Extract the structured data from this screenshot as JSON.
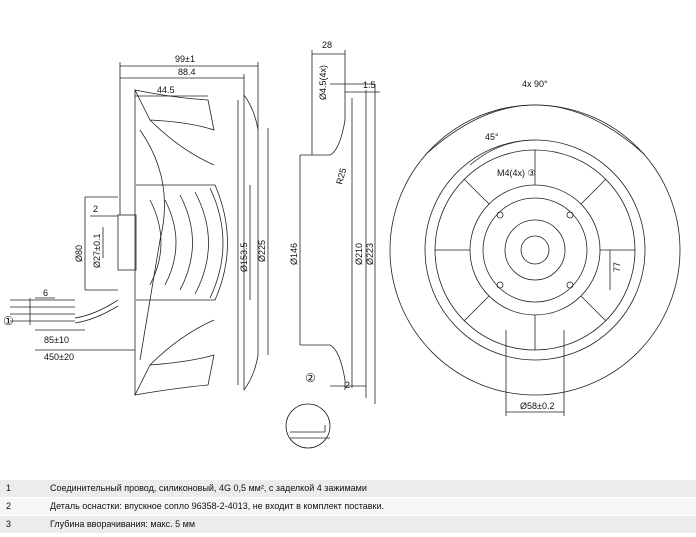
{
  "side_view": {
    "dims": {
      "overall_width": "99±1",
      "width_2": "88.4",
      "width_3": "44.5",
      "small_2": "2",
      "d80": "Ø80",
      "d27": "Ø27±0.1",
      "d153": "Ø153.5",
      "d225": "Ø225",
      "lead_6": "6",
      "lead_85": "85±10",
      "lead_450": "450±20"
    },
    "callout": "①"
  },
  "nozzle_view": {
    "dims": {
      "d28": "28",
      "d45": "Ø4.5(4x)",
      "t15": "1.5",
      "r25": "R25",
      "d146": "Ø146",
      "d210": "Ø210",
      "d223": "Ø223",
      "small_2": "2"
    },
    "callout": "②"
  },
  "front_view": {
    "dims": {
      "angle_4x90": "4x 90°",
      "angle_45": "45°",
      "m4": "M4(4x) ③",
      "d58": "Ø58±0.2",
      "d77": "77"
    }
  },
  "notes": [
    {
      "num": "1",
      "text": "Соединительный провод, силиконовый, 4G 0,5 мм², с заделкой 4 зажимами"
    },
    {
      "num": "2",
      "text": "Деталь оснастки: впускное сопло 96358-2-4013, не входит в комплект поставки."
    },
    {
      "num": "3",
      "text": "Глубина вворачивания: макс. 5 мм"
    }
  ]
}
